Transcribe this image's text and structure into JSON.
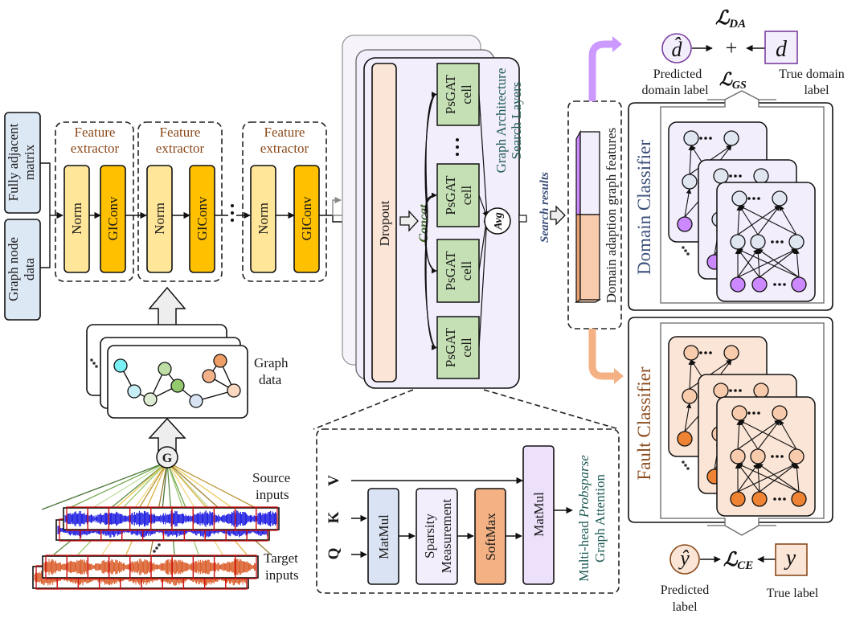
{
  "inputs": {
    "fully_adjacent_matrix": [
      "Fully adjacent",
      "matrix"
    ],
    "graph_node_data": [
      "Graph node",
      "data"
    ]
  },
  "feature_extractors": [
    {
      "title": [
        "Feature",
        "extractor"
      ],
      "norm": "Norm",
      "conv": "GIConv"
    },
    {
      "title": [
        "Feature",
        "extractor"
      ],
      "norm": "Norm",
      "conv": "GIConv"
    },
    {
      "title": [
        "Feature",
        "extractor"
      ],
      "norm": "Norm",
      "conv": "GIConv"
    }
  ],
  "graph_data": {
    "label": [
      "Graph",
      "data"
    ],
    "generator_symbol": "G"
  },
  "signals": {
    "source_label": [
      "Source",
      "inputs"
    ],
    "target_label": [
      "Target",
      "inputs"
    ],
    "source_color": "#1010e0",
    "target_color": "#d9541e"
  },
  "search_layers": {
    "dropout": "Dropout",
    "concat": "Concat",
    "cells": [
      {
        "line1": "PsGAT",
        "line2": "cell"
      },
      {
        "line1": "PsGAT",
        "line2": "cell"
      },
      {
        "line1": "PsGAT",
        "line2": "cell"
      },
      {
        "line1": "PsGAT",
        "line2": "cell"
      }
    ],
    "ellipsis": "⋮",
    "avg": "Avg",
    "title": [
      "Graph Architecture",
      "Search Layers"
    ]
  },
  "search_results": "Search results",
  "domain_features": "Domain adaption graph features",
  "attention": {
    "q": "Q",
    "k": "K",
    "v": "V",
    "matmul1": "MatMul",
    "sparsity": [
      "Sparsity",
      "Measurement"
    ],
    "softmax": "SoftMax",
    "matmul2": "MatMul",
    "title_prefix": "Multi-head ",
    "title_italic": "Probsparse",
    "title_line2": "Graph Attention"
  },
  "domain_classifier": {
    "title": "Domain Classifier",
    "loss_da": "ℒ",
    "loss_da_sub": "DA",
    "loss_gs": "ℒ",
    "loss_gs_sub": "GS",
    "predicted_symbol": "d̂",
    "true_symbol": "d",
    "plus": "+",
    "predicted_label": [
      "Predicted",
      "domain label"
    ],
    "true_label": [
      "True domain",
      "label"
    ]
  },
  "fault_classifier": {
    "title": "Fault Classifier",
    "loss_ce": "ℒ",
    "loss_ce_sub": "CE",
    "predicted_symbol": "ŷ",
    "true_symbol": "y",
    "predicted_label": [
      "Predicted",
      "label"
    ],
    "true_label": "True label"
  },
  "colors": {
    "input_box": "#dde8f5",
    "norm": "#ffe699",
    "conv": "#ffc000",
    "extractor_bg": "#efefef",
    "search_bg": "#f3eefc",
    "psgat": "#c5e0b4",
    "dropout": "#fbe5d6",
    "attention_bg": "#fff2cc",
    "matmul1": "#dae3f3",
    "sparsity": "#f3eefc",
    "softmax": "#f4b183",
    "matmul2": "#ede0fb",
    "domain_purple": "#cc99ff",
    "fault_orange": "#f4b183",
    "domain_node_top": "#dfe6f0",
    "domain_node_bottom": "#cc88ff",
    "fault_node_top": "#f8cbad",
    "fault_node_bottom": "#ee8433"
  }
}
